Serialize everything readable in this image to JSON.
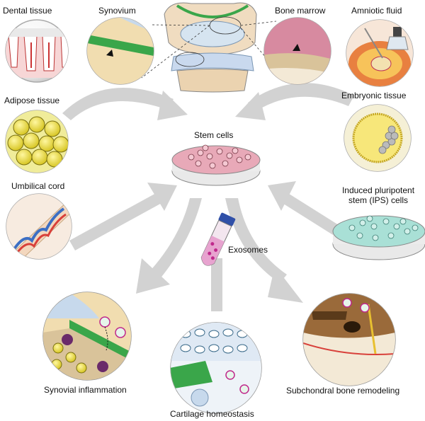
{
  "labels": {
    "dental_tissue": "Dental tissue",
    "synovium": "Synovium",
    "bone_marrow": "Bone marrow",
    "amniotic_fluid": "Amniotic fluid",
    "adipose_tissue": "Adipose tissue",
    "embryonic_tissue": "Embryonic tissue",
    "stem_cells": "Stem cells",
    "umbilical_cord": "Umbilical cord",
    "ips_cells": "Induced pluripotent stem (IPS) cells",
    "exosomes": "Exosomes",
    "synovial_inflammation": "Synovial inflammation",
    "cartilage_homeostasis": "Cartilage homeostasis",
    "subchondral_bone_remodeling": "Subchondral bone remodeling"
  },
  "colors": {
    "arrow": "#d2d2d2",
    "petri_pink": "#e8a9b8",
    "petri_teal": "#a9e0d6",
    "synovium_green": "#3aa64a",
    "adipose_yellow": "#e8dc2a",
    "cord_red": "#d8403a",
    "cord_blue": "#3c6fc4",
    "bone_tan": "#d9c39a",
    "exosome_magenta": "#c0298c",
    "vial_blue": "#3050a8"
  }
}
